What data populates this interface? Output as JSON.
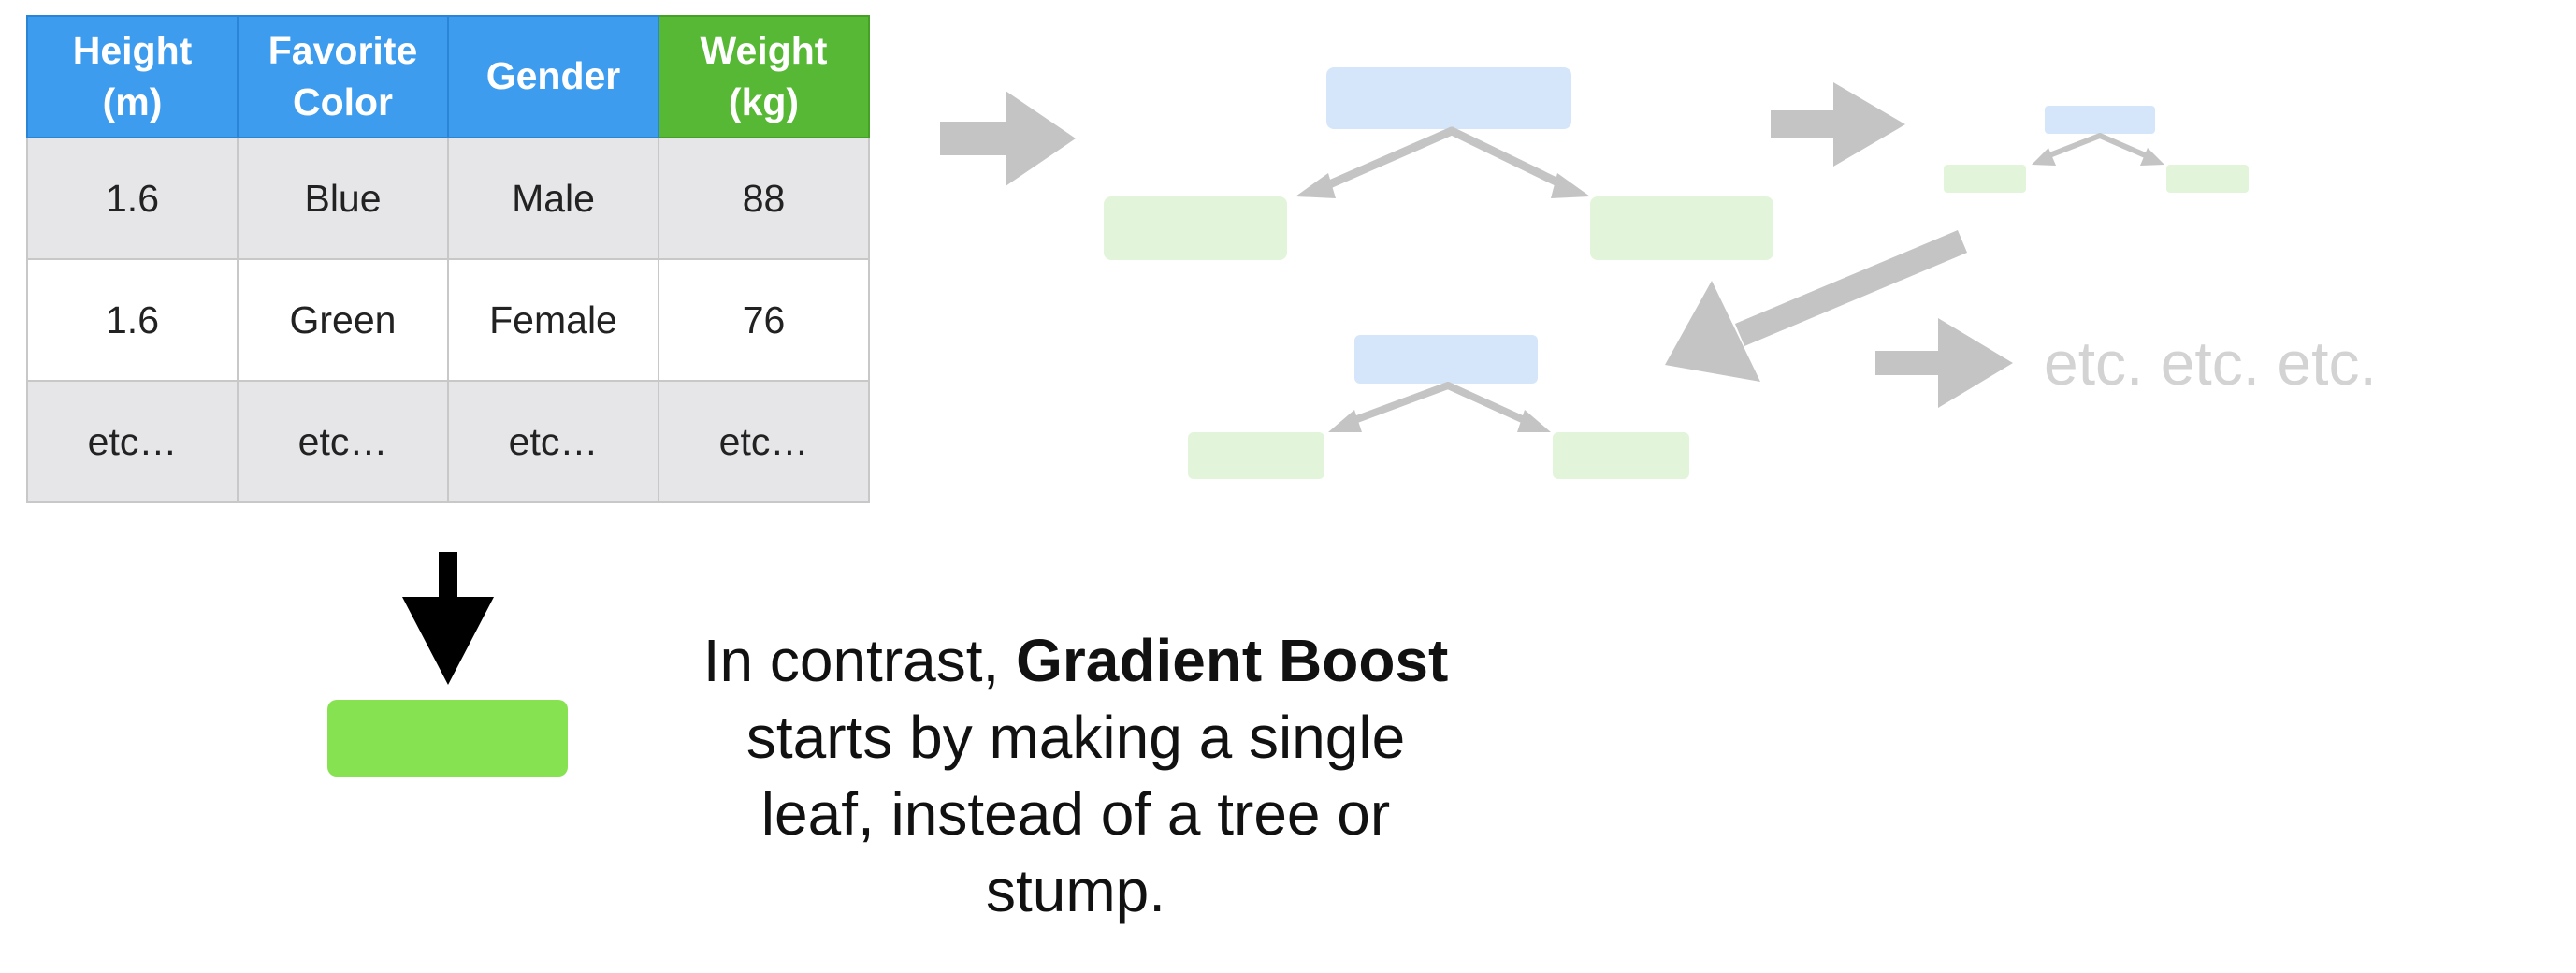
{
  "table": {
    "headers": [
      {
        "line1": "Height",
        "line2": "(m)"
      },
      {
        "line1": "Favorite",
        "line2": "Color"
      },
      {
        "line1": "Gender",
        "line2": ""
      },
      {
        "line1": "Weight",
        "line2": "(kg)"
      }
    ],
    "rows": [
      [
        "1.6",
        "Blue",
        "Male",
        "88"
      ],
      [
        "1.6",
        "Green",
        "Female",
        "76"
      ],
      [
        "etc…",
        "etc…",
        "etc…",
        "etc…"
      ]
    ]
  },
  "caption": {
    "prefix": "In contrast, ",
    "bold": "Gradient Boost",
    "line2": "starts by making a single",
    "line3": "leaf, instead of a tree or",
    "line4": "stump."
  },
  "etc_label": "etc. etc. etc.",
  "colors": {
    "header_blue": "#3d9cee",
    "header_green": "#56b834",
    "leaf_green": "#87e252",
    "faded_node_blue": "#d6e6fa",
    "faded_leaf_green": "#e2f5da",
    "arrow_gray": "#c4c4c4"
  }
}
